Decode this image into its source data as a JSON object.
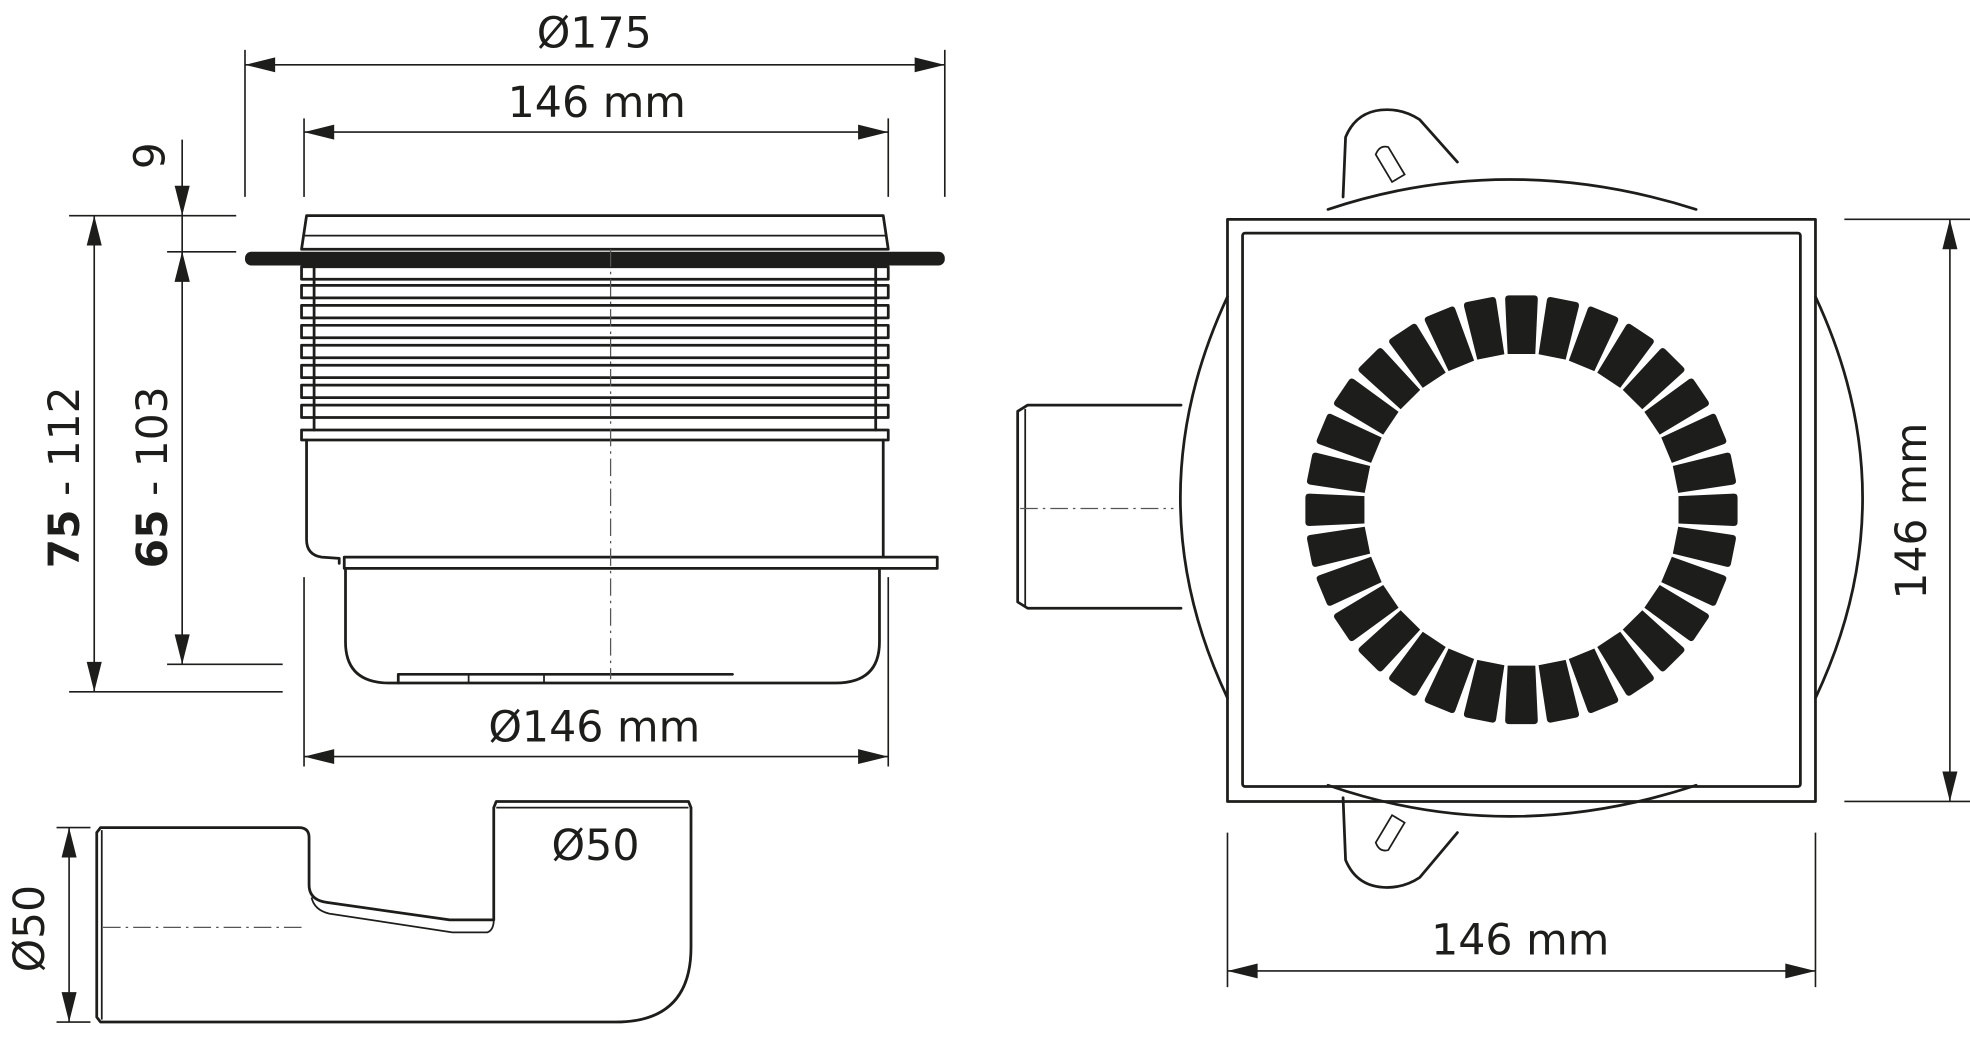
{
  "drawing": {
    "subject": "Floor drain technical drawing",
    "side_view": {
      "dimensions": {
        "flange_diameter": "Ø175",
        "top_width": "146 mm",
        "flange_offset": "9",
        "total_height_bold": "75",
        "total_height_rest": " - 112",
        "body_height_bold": "65",
        "body_height_rest": " - 103",
        "body_diameter": "Ø146 mm"
      },
      "thread_rings": 9
    },
    "elbow_view": {
      "dimensions": {
        "inlet_diameter": "Ø50",
        "outlet_diameter": "Ø50"
      }
    },
    "top_view": {
      "dimensions": {
        "grate_width": "146 mm",
        "grate_height": "146 mm"
      },
      "slot_count": 32
    },
    "colors": {
      "line": "#1d1d1b",
      "background": "#ffffff"
    }
  }
}
